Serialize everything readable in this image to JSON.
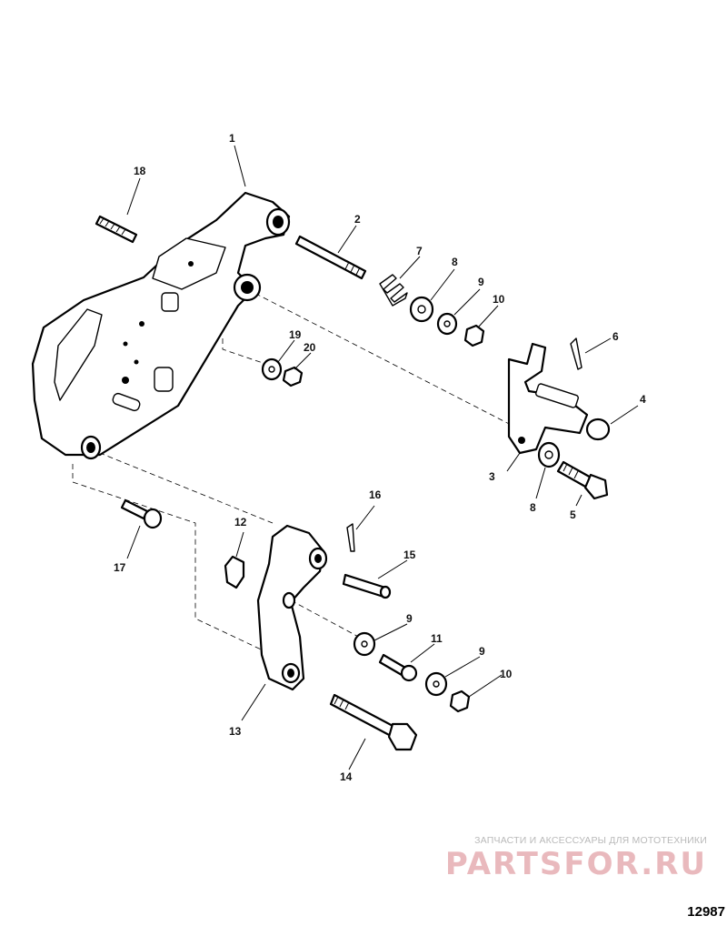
{
  "callouts": [
    {
      "id": "c1",
      "label": "1"
    },
    {
      "id": "c18",
      "label": "18"
    },
    {
      "id": "c2",
      "label": "2"
    },
    {
      "id": "c7",
      "label": "7"
    },
    {
      "id": "c8a",
      "label": "8"
    },
    {
      "id": "c9a",
      "label": "9"
    },
    {
      "id": "c10a",
      "label": "10"
    },
    {
      "id": "c6",
      "label": "6"
    },
    {
      "id": "c4",
      "label": "4"
    },
    {
      "id": "c19",
      "label": "19"
    },
    {
      "id": "c20",
      "label": "20"
    },
    {
      "id": "c3",
      "label": "3"
    },
    {
      "id": "c8b",
      "label": "8"
    },
    {
      "id": "c5",
      "label": "5"
    },
    {
      "id": "c16",
      "label": "16"
    },
    {
      "id": "c12",
      "label": "12"
    },
    {
      "id": "c17",
      "label": "17"
    },
    {
      "id": "c15",
      "label": "15"
    },
    {
      "id": "c9b",
      "label": "9"
    },
    {
      "id": "c11",
      "label": "11"
    },
    {
      "id": "c9c",
      "label": "9"
    },
    {
      "id": "c10b",
      "label": "10"
    },
    {
      "id": "c13",
      "label": "13"
    },
    {
      "id": "c14",
      "label": "14"
    }
  ],
  "watermark": {
    "tagline": "ЗАПЧАСТИ И АКСЕССУАРЫ ДЛЯ МОТОТЕХНИКИ",
    "logo": "PARTSFOR.RU"
  },
  "diagram_number": "12987"
}
